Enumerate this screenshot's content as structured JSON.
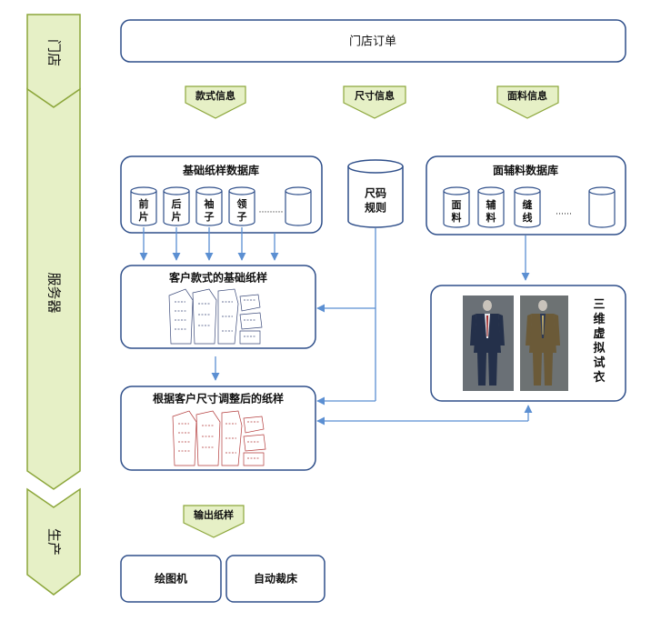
{
  "stages": {
    "store": "门店",
    "server": "服务器",
    "production": "生产"
  },
  "store_order": "门店订单",
  "info": {
    "style": "款式信息",
    "size": "尺寸信息",
    "fabric": "面料信息",
    "output": "输出纸样"
  },
  "base_db": {
    "title": "基础纸样数据库",
    "items": [
      {
        "line1": "前",
        "line2": "片"
      },
      {
        "line1": "后",
        "line2": "片"
      },
      {
        "line1": "袖",
        "line2": "子"
      },
      {
        "line1": "领",
        "line2": "子"
      }
    ],
    "ellipsis": "………"
  },
  "size_rule": {
    "line1": "尺码",
    "line2": "规则"
  },
  "fabric_db": {
    "title": "面辅料数据库",
    "items": [
      {
        "line1": "面",
        "line2": "料"
      },
      {
        "line1": "辅",
        "line2": "料"
      },
      {
        "line1": "缝",
        "line2": "线"
      }
    ],
    "ellipsis": "……"
  },
  "customer_base_pattern": "客户款式的基础纸样",
  "adjusted_pattern": "根据客户尺寸调整后的纸样",
  "tryon": {
    "label": "三维虚拟试衣"
  },
  "output_devices": {
    "plotter": "绘图机",
    "cutter": "自动裁床"
  },
  "colors": {
    "stage_fill": "#E6F0C6",
    "stage_stroke": "#8CA63A",
    "box_stroke": "#2F4F8A",
    "arrow": "#5B8FD2",
    "pattern_blue": "#3B4A7A",
    "pattern_red": "#B33A3A"
  }
}
